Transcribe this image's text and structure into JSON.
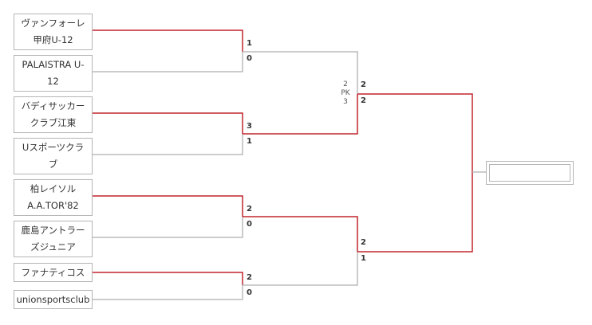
{
  "teams": [
    {
      "line1": "ヴァンフォーレ",
      "line2": "甲府U-12"
    },
    {
      "line1": "PALAISTRA U-",
      "line2": "12"
    },
    {
      "line1": "バディサッカー",
      "line2": "クラブ江東"
    },
    {
      "line1": "Uスポーツクラ",
      "line2": "ブ"
    },
    {
      "line1": "柏レイソル",
      "line2": "A.A.TOR'82"
    },
    {
      "line1": "鹿島アントラー",
      "line2": "ズジュニア"
    },
    {
      "line1": "ファナティコス",
      "line2": ""
    },
    {
      "line1": "unionsportsclub",
      "line2": ""
    }
  ],
  "round1_scores": [
    {
      "top": "1",
      "bottom": "0"
    },
    {
      "top": "3",
      "bottom": "1"
    },
    {
      "top": "2",
      "bottom": "0"
    },
    {
      "top": "2",
      "bottom": "0"
    }
  ],
  "semifinal_scores": [
    {
      "top": "2",
      "bottom": "2",
      "pk_top": "2",
      "pk_label": "PK",
      "pk_bottom": "3"
    },
    {
      "top": "2",
      "bottom": "1"
    }
  ],
  "colors": {
    "win_line": "#c0272d",
    "lose_line": "#bbbbbb",
    "border": "#b5b5b5",
    "text": "#333333"
  }
}
